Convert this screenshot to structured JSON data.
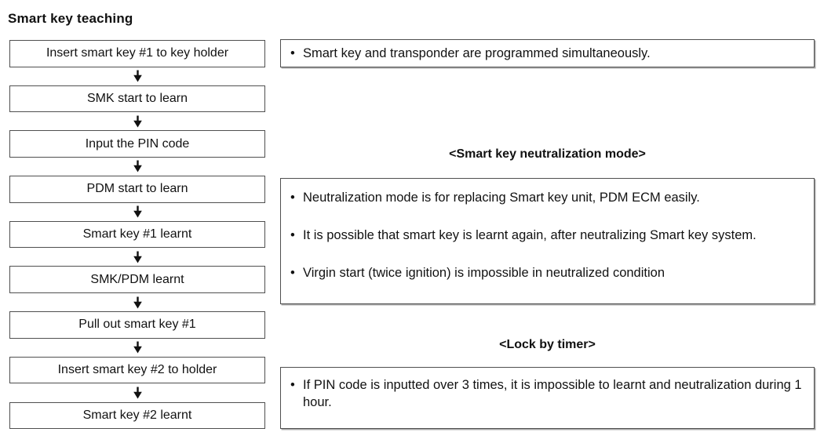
{
  "page": {
    "title": "Smart key teaching"
  },
  "glyphs": {
    "bullet": "•",
    "down_arrow": "↓"
  },
  "colors": {
    "background": "#ffffff",
    "text": "#111111",
    "box_border": "#4f4f4f"
  },
  "flow": {
    "steps": [
      "Insert smart key #1 to key holder",
      "SMK start to learn",
      "Input the PIN code",
      "PDM start to learn",
      "Smart key #1 learnt",
      "SMK/PDM learnt",
      "Pull out smart key #1",
      "Insert smart key #2 to holder",
      "Smart key #2 learnt"
    ]
  },
  "panels": {
    "note": {
      "bullets": [
        "Smart key and transponder are programmed simultaneously."
      ]
    },
    "neutralization": {
      "heading": "<Smart key neutralization mode>",
      "bullets": [
        "Neutralization mode is for replacing Smart key unit, PDM ECM easily.",
        "It is possible that smart key is learnt again, after neutralizing Smart key system.",
        "Virgin start (twice ignition) is impossible in neutralized condition"
      ]
    },
    "lock_timer": {
      "heading": "<Lock by timer>",
      "bullets": [
        "If PIN code is inputted over 3 times, it is impossible to learnt and neutralization during 1 hour."
      ]
    }
  }
}
